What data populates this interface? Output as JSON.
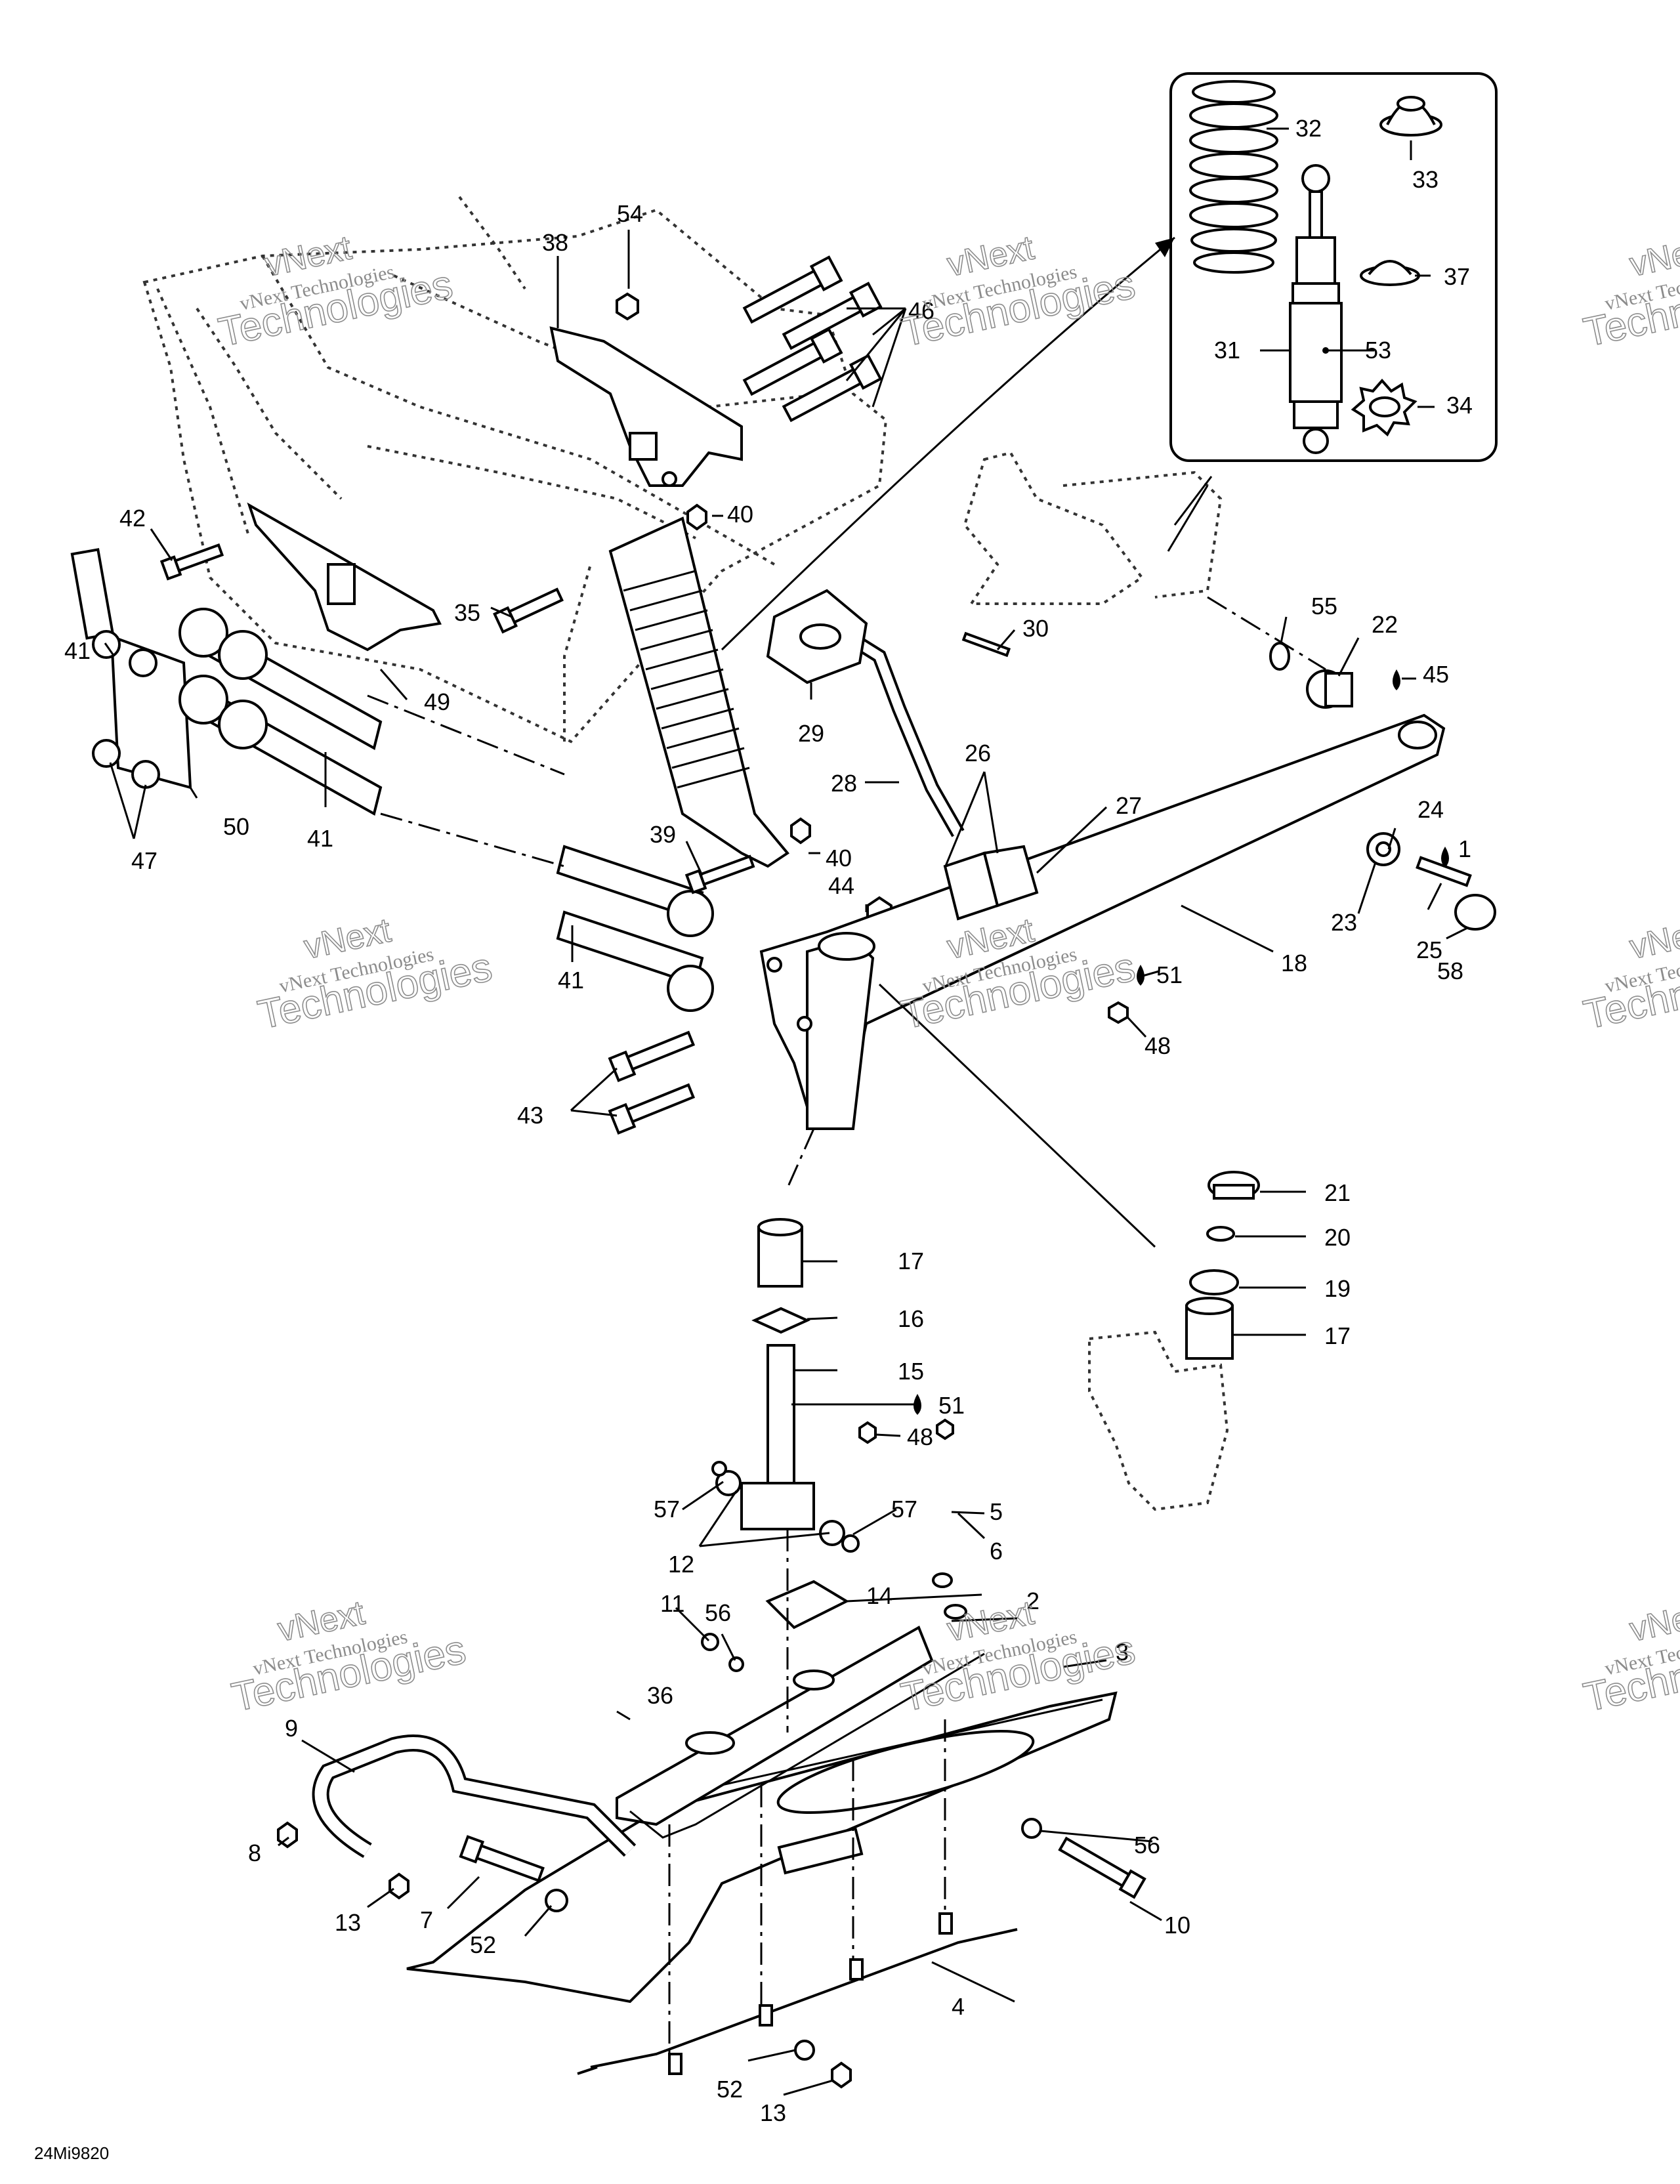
{
  "drawing_id": "24Mi9820",
  "watermark": {
    "line1": "vNext",
    "line2": "vNext Technologies",
    "line3": "Technologies"
  },
  "callouts": [
    {
      "id": "1",
      "label": "1"
    },
    {
      "id": "2",
      "label": "2"
    },
    {
      "id": "3",
      "label": "3"
    },
    {
      "id": "4",
      "label": "4"
    },
    {
      "id": "5",
      "label": "5"
    },
    {
      "id": "6",
      "label": "6"
    },
    {
      "id": "7",
      "label": "7"
    },
    {
      "id": "8",
      "label": "8"
    },
    {
      "id": "9",
      "label": "9"
    },
    {
      "id": "10",
      "label": "10"
    },
    {
      "id": "11",
      "label": "11"
    },
    {
      "id": "12",
      "label": "12"
    },
    {
      "id": "13a",
      "label": "13"
    },
    {
      "id": "13b",
      "label": "13"
    },
    {
      "id": "14",
      "label": "14"
    },
    {
      "id": "15",
      "label": "15"
    },
    {
      "id": "16",
      "label": "16"
    },
    {
      "id": "17a",
      "label": "17"
    },
    {
      "id": "17b",
      "label": "17"
    },
    {
      "id": "18",
      "label": "18"
    },
    {
      "id": "19",
      "label": "19"
    },
    {
      "id": "20",
      "label": "20"
    },
    {
      "id": "21",
      "label": "21"
    },
    {
      "id": "22",
      "label": "22"
    },
    {
      "id": "23",
      "label": "23"
    },
    {
      "id": "24",
      "label": "24"
    },
    {
      "id": "25",
      "label": "25"
    },
    {
      "id": "26",
      "label": "26"
    },
    {
      "id": "27",
      "label": "27"
    },
    {
      "id": "28",
      "label": "28"
    },
    {
      "id": "29",
      "label": "29"
    },
    {
      "id": "30",
      "label": "30"
    },
    {
      "id": "31",
      "label": "31"
    },
    {
      "id": "32",
      "label": "32"
    },
    {
      "id": "33",
      "label": "33"
    },
    {
      "id": "34",
      "label": "34"
    },
    {
      "id": "35",
      "label": "35"
    },
    {
      "id": "36",
      "label": "36"
    },
    {
      "id": "37",
      "label": "37"
    },
    {
      "id": "38",
      "label": "38"
    },
    {
      "id": "39",
      "label": "39"
    },
    {
      "id": "40a",
      "label": "40"
    },
    {
      "id": "40b",
      "label": "40"
    },
    {
      "id": "41a",
      "label": "41"
    },
    {
      "id": "41b",
      "label": "41"
    },
    {
      "id": "41c",
      "label": "41"
    },
    {
      "id": "42",
      "label": "42"
    },
    {
      "id": "43",
      "label": "43"
    },
    {
      "id": "44",
      "label": "44"
    },
    {
      "id": "45",
      "label": "45"
    },
    {
      "id": "46",
      "label": "46"
    },
    {
      "id": "47",
      "label": "47"
    },
    {
      "id": "48a",
      "label": "48"
    },
    {
      "id": "48b",
      "label": "48"
    },
    {
      "id": "49",
      "label": "49"
    },
    {
      "id": "50",
      "label": "50"
    },
    {
      "id": "51a",
      "label": "51"
    },
    {
      "id": "51b",
      "label": "51"
    },
    {
      "id": "52a",
      "label": "52"
    },
    {
      "id": "52b",
      "label": "52"
    },
    {
      "id": "53",
      "label": "53"
    },
    {
      "id": "54",
      "label": "54"
    },
    {
      "id": "55",
      "label": "55"
    },
    {
      "id": "56a",
      "label": "56"
    },
    {
      "id": "56b",
      "label": "56"
    },
    {
      "id": "57a",
      "label": "57"
    },
    {
      "id": "57b",
      "label": "57"
    },
    {
      "id": "58",
      "label": "58"
    }
  ]
}
